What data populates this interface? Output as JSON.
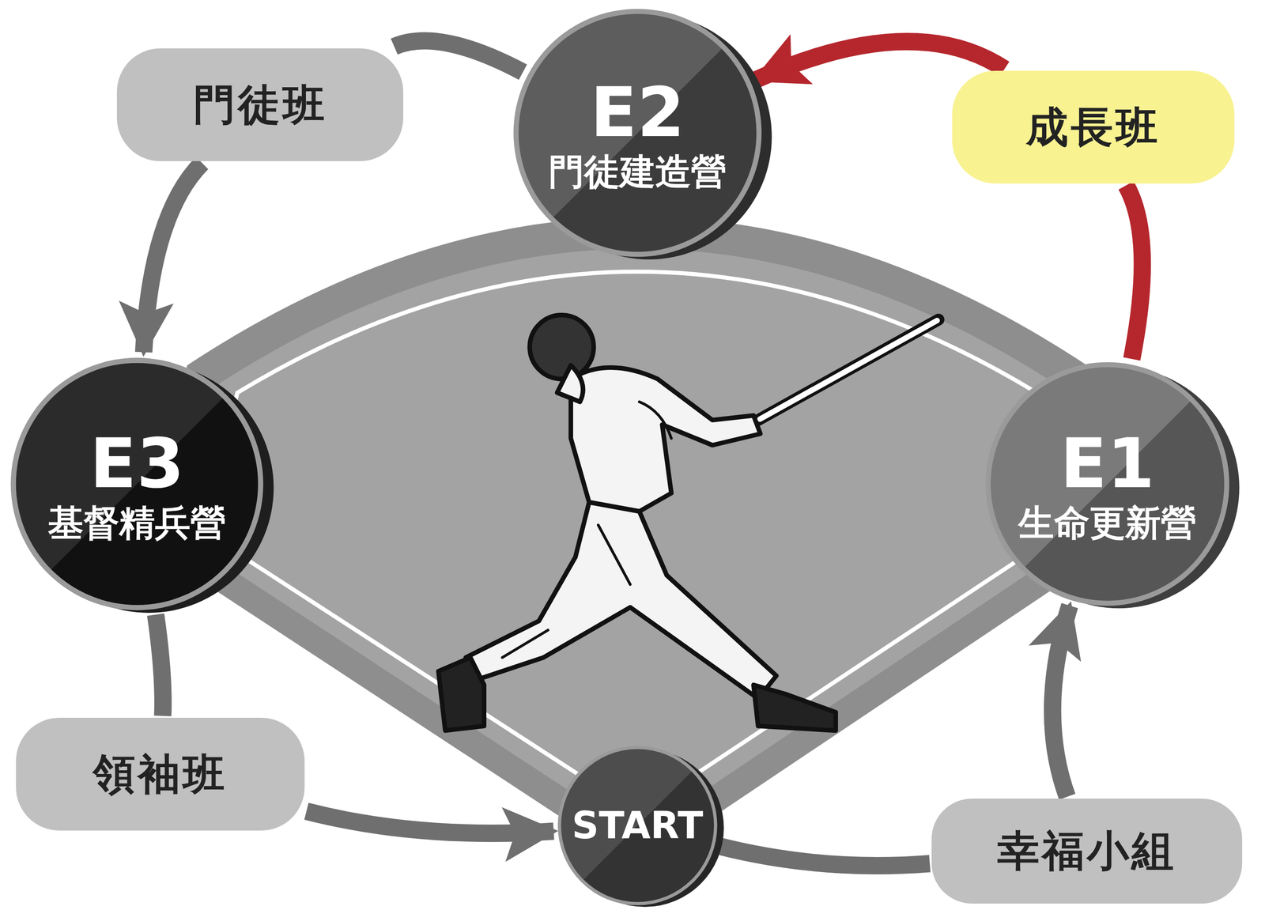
{
  "diagram": {
    "nodes": [
      {
        "text": [
          "門徒班"
        ]
      },
      {
        "text": [
          "E2",
          "門徒建造營"
        ]
      },
      {
        "text": [
          "成長班"
        ]
      },
      {
        "text": [
          "E3",
          "基督精兵營"
        ]
      },
      {
        "text": [
          "E1",
          "生命更新營"
        ]
      },
      {
        "text": [
          "領袖班"
        ]
      },
      {
        "text": [
          "START"
        ]
      },
      {
        "text": [
          "幸福小組"
        ]
      }
    ],
    "edges": [
      {
        "from": 6,
        "to": 7,
        "arrow": "none"
      },
      {
        "from": 7,
        "to": 4,
        "arrow": "to"
      },
      {
        "from": 4,
        "to": 2,
        "arrow": "none"
      },
      {
        "from": 2,
        "to": 1,
        "arrow": "to"
      },
      {
        "from": 1,
        "to": 0,
        "arrow": "none"
      },
      {
        "from": 0,
        "to": 3,
        "arrow": "to"
      },
      {
        "from": 3,
        "to": 5,
        "arrow": "none"
      },
      {
        "from": 5,
        "to": 6,
        "arrow": "to"
      }
    ]
  }
}
